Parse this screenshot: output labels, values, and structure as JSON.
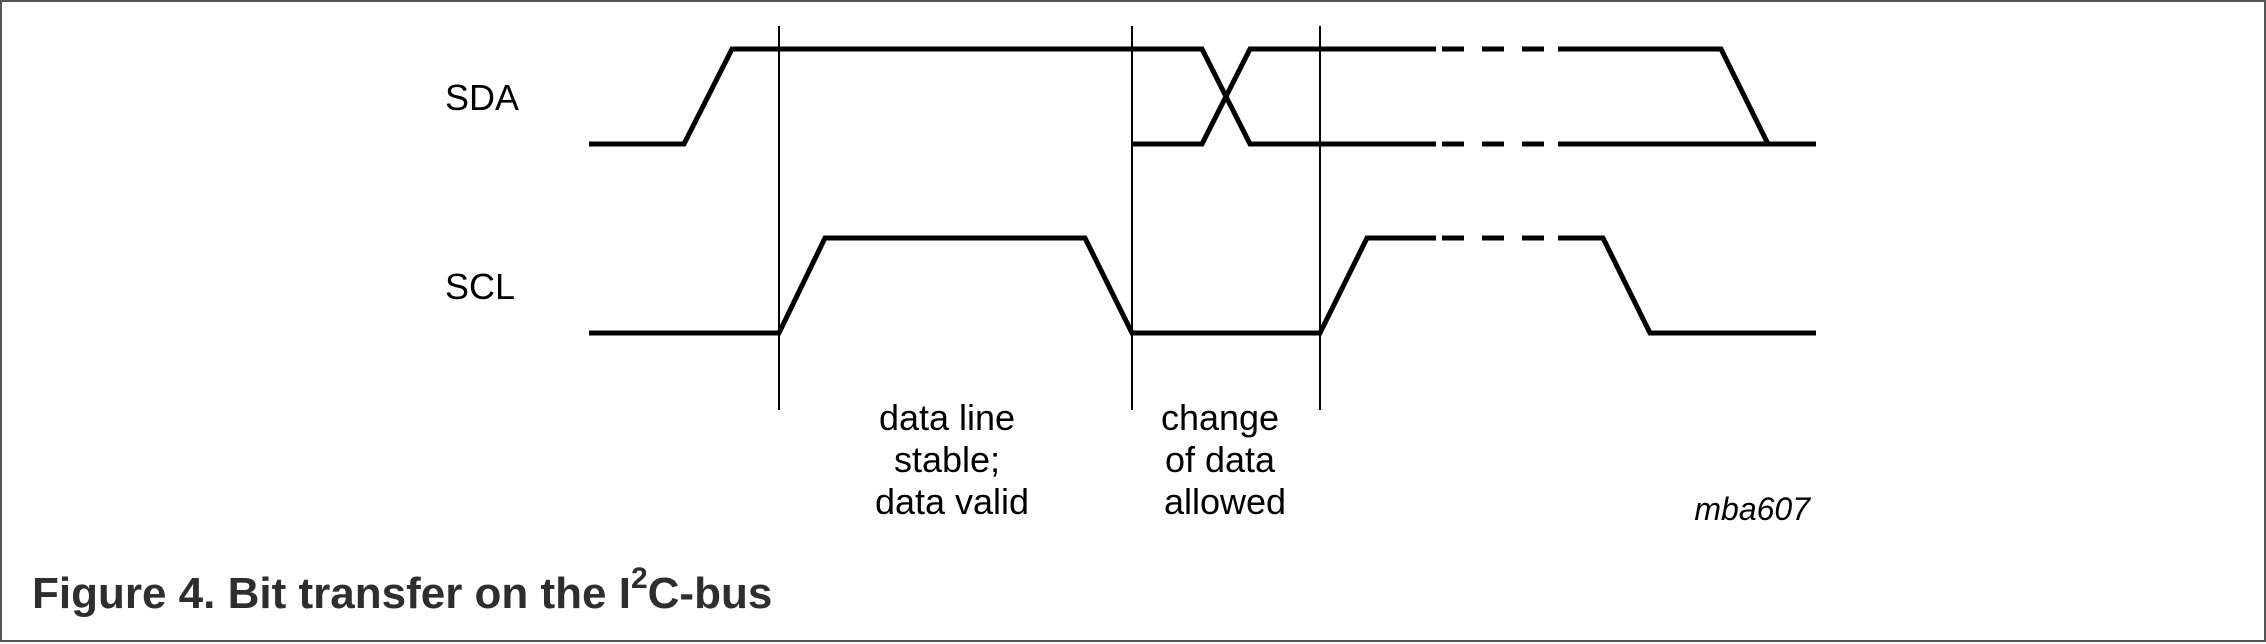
{
  "signals": {
    "sda": "SDA",
    "scl": "SCL"
  },
  "annotations": {
    "stable": [
      "data line",
      "stable;",
      "data valid"
    ],
    "change": [
      "change",
      "of data",
      "allowed"
    ]
  },
  "code": "mba607",
  "caption": {
    "main": "Figure 4.  Bit transfer on the I",
    "sup": "2",
    "tail": "C-bus"
  }
}
